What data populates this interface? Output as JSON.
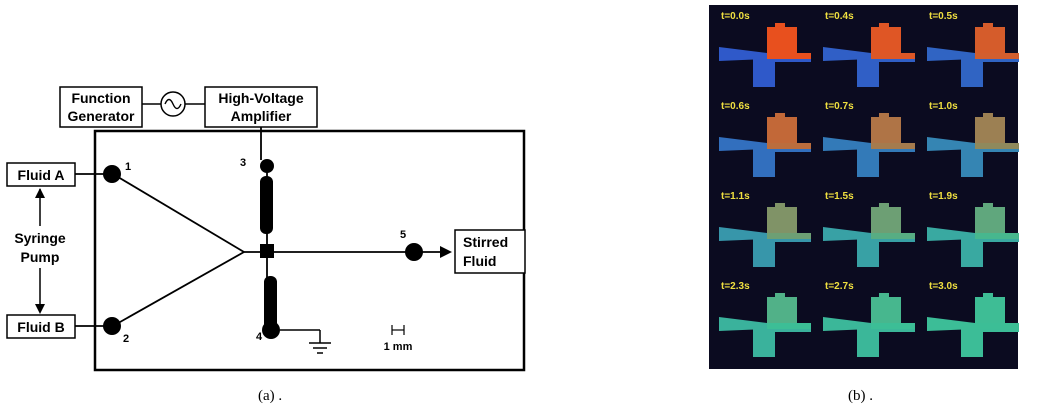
{
  "panel_a": {
    "function_generator": [
      "Function",
      "Generator"
    ],
    "amplifier": [
      "High-Voltage",
      "Amplifier"
    ],
    "fluid_a": "Fluid A",
    "fluid_b": "Fluid B",
    "syringe_pump": [
      "Syringe",
      "Pump"
    ],
    "stirred_fluid": [
      "Stirred",
      "Fluid"
    ],
    "electrodes": [
      "1",
      "2",
      "3",
      "4",
      "5"
    ],
    "scale_bar": "1 mm",
    "caption": "(a) ."
  },
  "panel_b": {
    "caption": "(b) .",
    "colors": {
      "background": "#0b0b20",
      "fluid_high": "#e8501e",
      "fluid_low": "#2f59c9",
      "label": "#f0e040"
    },
    "frames": [
      {
        "time": "t=0.0s",
        "mix": 0.0
      },
      {
        "time": "t=0.4s",
        "mix": 0.05
      },
      {
        "time": "t=0.5s",
        "mix": 0.1
      },
      {
        "time": "t=0.6s",
        "mix": 0.2
      },
      {
        "time": "t=0.7s",
        "mix": 0.3
      },
      {
        "time": "t=1.0s",
        "mix": 0.4
      },
      {
        "time": "t=1.1s",
        "mix": 0.55
      },
      {
        "time": "t=1.5s",
        "mix": 0.65
      },
      {
        "time": "t=1.9s",
        "mix": 0.72
      },
      {
        "time": "t=2.3s",
        "mix": 0.8
      },
      {
        "time": "t=2.7s",
        "mix": 0.85
      },
      {
        "time": "t=3.0s",
        "mix": 0.9
      }
    ]
  }
}
